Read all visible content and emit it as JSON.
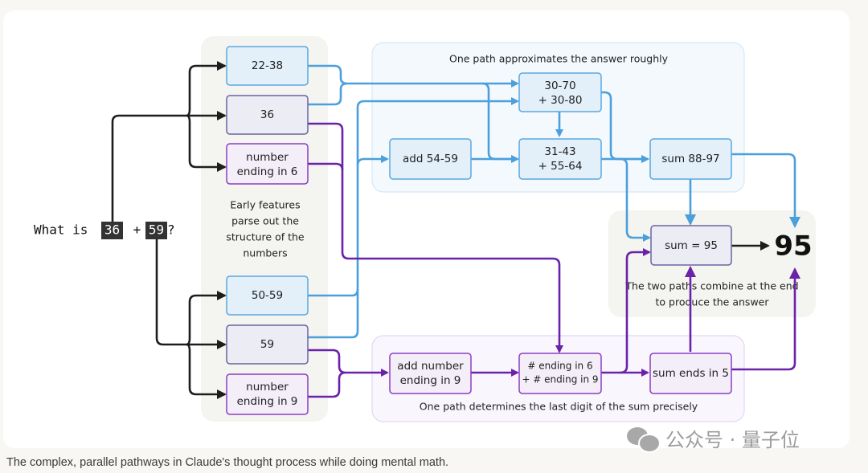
{
  "question": {
    "prefix": "What is ",
    "operand_a": "36",
    "operator": " + ",
    "operand_b": "59",
    "suffix": "?"
  },
  "early_features": {
    "label_lines": [
      "Early features",
      "parse out the",
      "structure of the",
      "numbers"
    ],
    "a_nodes": [
      {
        "id": "a-range",
        "lines": [
          "22-38"
        ],
        "kind": "range"
      },
      {
        "id": "a-exact",
        "lines": [
          "36"
        ],
        "kind": "exact"
      },
      {
        "id": "a-digit",
        "lines": [
          "number",
          "ending in 6"
        ],
        "kind": "digit"
      }
    ],
    "b_nodes": [
      {
        "id": "b-range",
        "lines": [
          "50-59"
        ],
        "kind": "range"
      },
      {
        "id": "b-exact",
        "lines": [
          "59"
        ],
        "kind": "exact"
      },
      {
        "id": "b-digit",
        "lines": [
          "number",
          "ending in 9"
        ],
        "kind": "digit"
      }
    ]
  },
  "approx_path": {
    "label": "One path approximates the answer roughly",
    "nodes": [
      {
        "id": "add-54-59",
        "lines": [
          "add 54-59"
        ]
      },
      {
        "id": "r-30-70",
        "lines": [
          "30-70",
          "+ 30-80"
        ]
      },
      {
        "id": "r-31-43",
        "lines": [
          "31-43",
          "+ 55-64"
        ]
      },
      {
        "id": "sum-88-97",
        "lines": [
          "sum 88-97"
        ]
      }
    ]
  },
  "digit_path": {
    "label": "One path determines the last digit of the sum precisely",
    "nodes": [
      {
        "id": "add-ending-9",
        "lines": [
          "add number",
          "ending in 9"
        ]
      },
      {
        "id": "ending-6-9",
        "lines": [
          "# ending in 6",
          "+ # ending in 9"
        ]
      },
      {
        "id": "sum-ends-5",
        "lines": [
          "sum ends in 5"
        ]
      }
    ]
  },
  "combine": {
    "label_lines": [
      "The two paths combine at the end",
      "to produce the answer"
    ],
    "sum_node": [
      "sum = 95"
    ],
    "answer": "95"
  },
  "colors": {
    "approx_line": "#4b9fdb",
    "digit_line": "#6a22a8",
    "input_line": "#1d1d1d"
  },
  "watermark": {
    "text": "公众号 · 量子位"
  },
  "caption": "The complex, parallel pathways in Claude's thought process while doing mental math."
}
